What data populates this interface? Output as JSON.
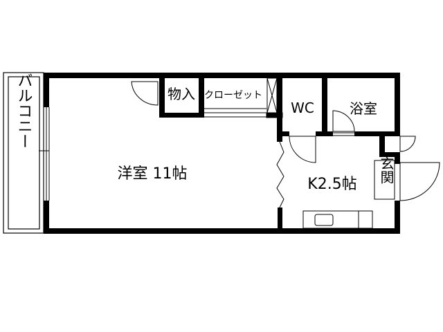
{
  "rooms": {
    "western_room": "洋室 11帖",
    "storage": "物入",
    "closet": "クローゼット",
    "wc": "WC",
    "bathroom": "浴室",
    "kitchen": "K2.5帖",
    "entrance": "玄関",
    "balcony": "バルコニー"
  },
  "colors": {
    "wall": "#000000",
    "line": "#000000",
    "background": "#ffffff"
  }
}
